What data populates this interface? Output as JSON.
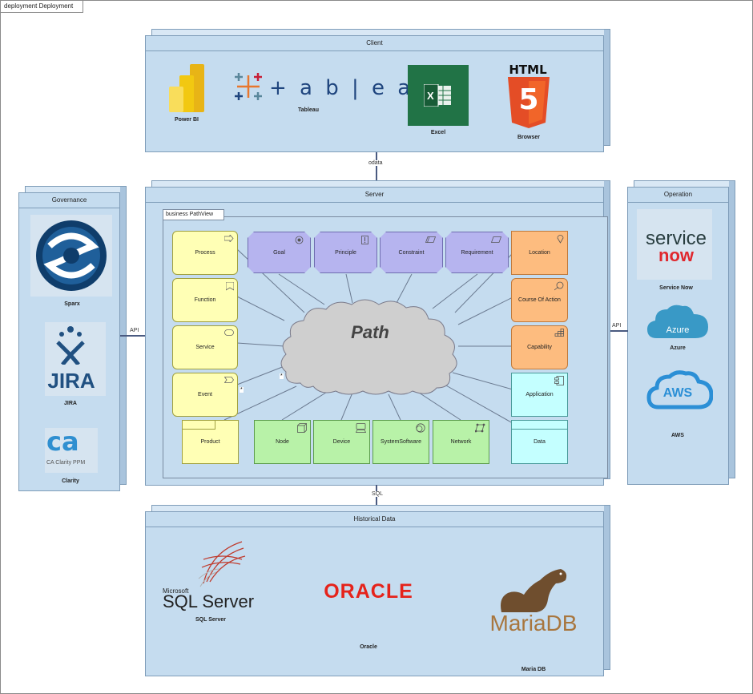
{
  "diagram_title": "deployment Deployment",
  "nodes": {
    "client": "Client",
    "server": "Server",
    "governance": "Governance",
    "operation": "Operation",
    "historical": "Historical Data"
  },
  "client_items": {
    "powerbi": "Power BI",
    "tableau": "Tableau",
    "tableau_logo": "+ a b | e a u",
    "excel": "Excel",
    "browser": "Browser",
    "html_text": "HTML",
    "html_num": "5"
  },
  "governance_items": {
    "sparx": "Sparx",
    "jira": "JIRA",
    "jira_logo": "JIRA",
    "clarity": "Clarity",
    "ca_logo": "ca",
    "ca_sub": "CA Clarity  PPM"
  },
  "operation_items": {
    "servicenow": "Service Now",
    "sn_line1": "service",
    "sn_line2": "now",
    "azure": "Azure",
    "azure_logo": "Azure",
    "aws": "AWS",
    "aws_logo": "AWS"
  },
  "historical_items": {
    "sqlserver": "SQL Server",
    "ms_small": "Microsoft",
    "sql_logo": "SQL Server",
    "oracle_logo": "ORACLE",
    "oracle": "Oracle",
    "mariadb_logo": "MariaDB",
    "mariadb": "Maria DB"
  },
  "connectors": {
    "odata": "odata",
    "sql": "SQL",
    "api_left": "API",
    "api_right": "API"
  },
  "package": {
    "title": "business PathView",
    "cloud": "Path",
    "mult1": "*",
    "mult2": "*"
  },
  "elements": {
    "process": "Process",
    "function": "Function",
    "service": "Service",
    "event": "Event",
    "product": "Product",
    "goal": "Goal",
    "principle": "Principle",
    "constraint": "Constraint",
    "requirement": "Requirement",
    "location": "Location",
    "course": "Course Of Action",
    "capability": "Capability",
    "application": "Application",
    "data": "Data",
    "node": "Node",
    "device": "Device",
    "systemsoftware": "SystemSoftware",
    "network": "Network"
  },
  "colors": {
    "node_fill": "#c5dcef",
    "business": "#ffffb5",
    "motivation": "#b6b4ef",
    "strategy": "#fdbc7f",
    "application": "#c4ffff",
    "technology": "#b8f2a8"
  }
}
